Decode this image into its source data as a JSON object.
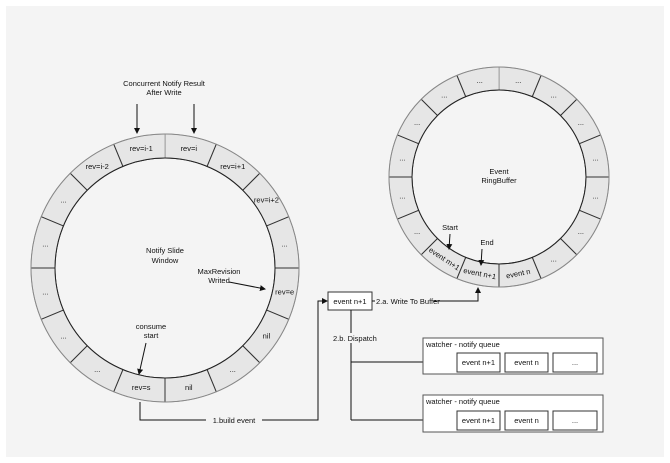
{
  "slide_window": {
    "title_line1": "Notify Slide",
    "title_line2": "Window",
    "segments": [
      "rev=i",
      "rev=i+1",
      "rev=i+2",
      "...",
      "rev=e",
      "nil",
      "...",
      "nil",
      "rev=s",
      "...",
      "...",
      "...",
      "...",
      "...",
      "rev=i-2",
      "rev=i-1"
    ],
    "concurrent_line1": "Concurrent Notify Result",
    "concurrent_line2": "After Write",
    "max_line1": "MaxRevision",
    "max_line2": "Writed",
    "consume_line1": "consume",
    "consume_line2": "start"
  },
  "ring_buffer": {
    "title_line1": "Event",
    "title_line2": "RingBuffer",
    "segments": [
      "...",
      "...",
      "...",
      "...",
      "...",
      "...",
      "...",
      "event n",
      "event n+1",
      "event m+1",
      "...",
      "...",
      "...",
      "...",
      "...",
      "..."
    ],
    "start_label": "Start",
    "end_label": "End"
  },
  "flow": {
    "build_event": "1.build event",
    "event_box": "event n+1",
    "write_to_buffer": "2.a. Write To Buffer",
    "dispatch": "2.b. Dispatch"
  },
  "watchers": [
    {
      "title": "watcher - notify queue",
      "items": [
        "event n+1",
        "event n",
        "..."
      ]
    },
    {
      "title": "watcher - notify queue",
      "items": [
        "event n+1",
        "event n",
        "..."
      ]
    }
  ],
  "colors": {
    "segment_fill": "#e6e6e6",
    "stroke": "#333333",
    "panel": "#f4f4f4"
  }
}
